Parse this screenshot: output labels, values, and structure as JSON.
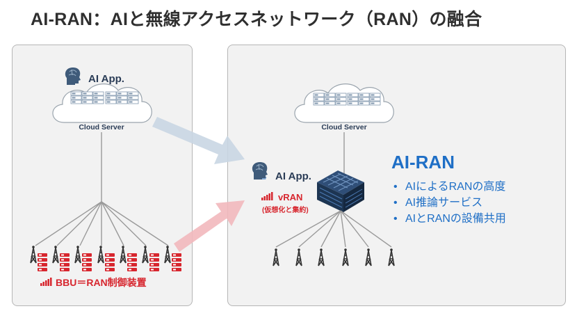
{
  "title": "AI-RAN：AIと無線アクセスネットワーク（RAN）の融合",
  "left": {
    "ai_app_label": "AI App.",
    "cloud_label": "Cloud Server",
    "bbu_label": "BBU＝RAN制御装置"
  },
  "right": {
    "cloud_label": "Cloud Server",
    "ai_app_label": "AI App.",
    "vran_label": "vRAN",
    "vran_sub": "(仮想化と集約)",
    "heading": "AI-RAN",
    "bullets": [
      "AIによるRANの高度",
      "AI推論サービス",
      "AIとRANの設備共用"
    ]
  },
  "colors": {
    "accent_blue": "#1f6fc6",
    "bbu_red": "#d7262e",
    "arrow_blue": "#c9d6e3",
    "arrow_red": "#f2b8bd",
    "panel_bg": "#f2f2f2"
  }
}
